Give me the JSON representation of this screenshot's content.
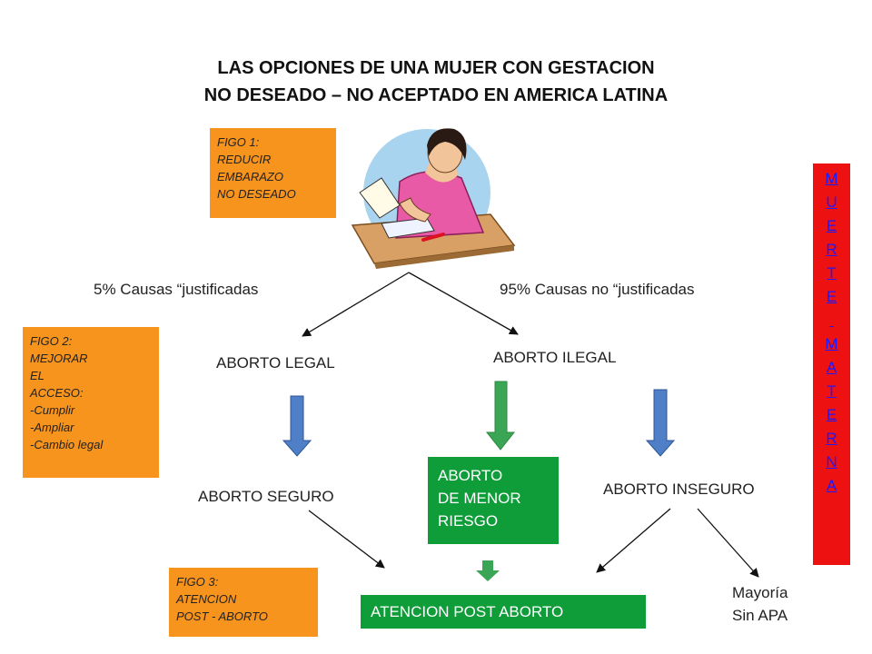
{
  "title": {
    "line1": "LAS OPCIONES DE UNA MUJER CON GESTACION",
    "line2": "NO DESEADO – NO ACEPTADO EN AMERICA LATINA"
  },
  "figo1": {
    "lines": [
      "FIGO 1:",
      "REDUCIR",
      "EMBARAZO",
      "NO DESEADO"
    ]
  },
  "figo2": {
    "lines": [
      "FIGO 2:",
      "MEJORAR",
      "EL",
      "ACCESO:",
      "-Cumplir",
      "-Ampliar",
      "-Cambio legal"
    ]
  },
  "figo3": {
    "lines": [
      "FIGO 3:",
      "ATENCION",
      "POST - ABORTO"
    ]
  },
  "causes": {
    "left": "5%  Causas “justificadas",
    "right": "95%  Causas no “justificadas"
  },
  "nodes": {
    "aborto_legal": "ABORTO LEGAL",
    "aborto_ilegal": "ABORTO  ILEGAL",
    "aborto_seguro": "ABORTO SEGURO",
    "aborto_inseguro": "ABORTO INSEGURO",
    "menor_riesgo": [
      "ABORTO",
      "DE MENOR",
      "RIESGO"
    ],
    "atencion_post": "ATENCION POST ABORTO",
    "mayoria": [
      "Mayoría",
      "Sin APA"
    ]
  },
  "muerte_materna": [
    "M",
    "U",
    "E",
    "R",
    "T",
    "E",
    " ",
    "M",
    "A",
    "T",
    "E",
    "R",
    "N",
    "A"
  ],
  "colors": {
    "orange": "#f7941d",
    "green": "#0f9d3a",
    "red": "#ee1111",
    "blue_arrow": "#4f7fc7",
    "green_arrow": "#3aa655"
  }
}
